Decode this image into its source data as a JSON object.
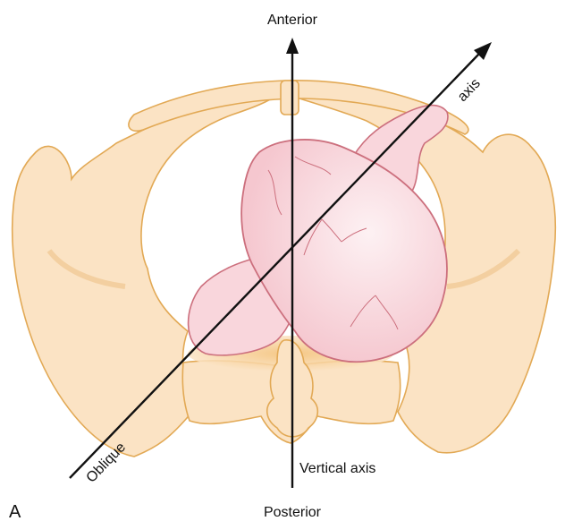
{
  "labels": {
    "anterior": "Anterior",
    "posterior": "Posterior",
    "vertical_axis": "Vertical axis",
    "oblique": "Oblique",
    "axis": "axis",
    "panel": "A"
  },
  "colors": {
    "bone_fill": "#fbe3c4",
    "bone_shade": "#f3cfa0",
    "bone_outline": "#e2a955",
    "uterus_fill": "#f9d6dc",
    "uterus_outline": "#cc6f7d",
    "uterus_highlight": "#fdf1f3",
    "axis_line": "#111111"
  },
  "icons": {
    "arrow_up": "arrow-up-icon",
    "arrow_diagonal": "arrow-diagonal-icon"
  }
}
